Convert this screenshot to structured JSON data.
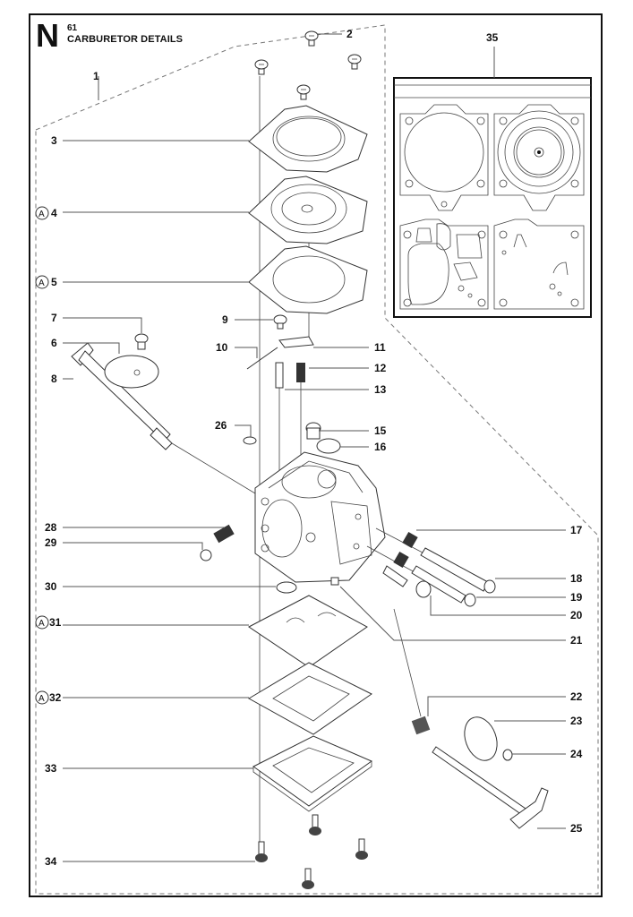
{
  "header": {
    "section_letter": "N",
    "section_number": "61",
    "title": "CARBURETOR DETAILS"
  },
  "kit_marker": "A",
  "callouts": [
    {
      "id": "1",
      "label": "1",
      "kit": false
    },
    {
      "id": "2",
      "label": "2",
      "kit": false
    },
    {
      "id": "3",
      "label": "3",
      "kit": false
    },
    {
      "id": "4",
      "label": "4",
      "kit": true
    },
    {
      "id": "5",
      "label": "5",
      "kit": true
    },
    {
      "id": "6",
      "label": "6",
      "kit": false
    },
    {
      "id": "7",
      "label": "7",
      "kit": false
    },
    {
      "id": "8",
      "label": "8",
      "kit": false
    },
    {
      "id": "9",
      "label": "9",
      "kit": false
    },
    {
      "id": "10",
      "label": "10",
      "kit": false
    },
    {
      "id": "11",
      "label": "11",
      "kit": false
    },
    {
      "id": "12",
      "label": "12",
      "kit": false
    },
    {
      "id": "13",
      "label": "13",
      "kit": false
    },
    {
      "id": "15",
      "label": "15",
      "kit": false
    },
    {
      "id": "16",
      "label": "16",
      "kit": false
    },
    {
      "id": "17",
      "label": "17",
      "kit": false
    },
    {
      "id": "18",
      "label": "18",
      "kit": false
    },
    {
      "id": "19",
      "label": "19",
      "kit": false
    },
    {
      "id": "20",
      "label": "20",
      "kit": false
    },
    {
      "id": "21",
      "label": "21",
      "kit": false
    },
    {
      "id": "22",
      "label": "22",
      "kit": false
    },
    {
      "id": "23",
      "label": "23",
      "kit": false
    },
    {
      "id": "24",
      "label": "24",
      "kit": false
    },
    {
      "id": "25",
      "label": "25",
      "kit": false
    },
    {
      "id": "26",
      "label": "26",
      "kit": false
    },
    {
      "id": "28",
      "label": "28",
      "kit": false
    },
    {
      "id": "29",
      "label": "29",
      "kit": false
    },
    {
      "id": "30",
      "label": "30",
      "kit": false
    },
    {
      "id": "31",
      "label": "31",
      "kit": true
    },
    {
      "id": "32",
      "label": "32",
      "kit": true
    },
    {
      "id": "33",
      "label": "33",
      "kit": false
    },
    {
      "id": "34",
      "label": "34",
      "kit": false
    },
    {
      "id": "35",
      "label": "35",
      "kit": false
    }
  ]
}
